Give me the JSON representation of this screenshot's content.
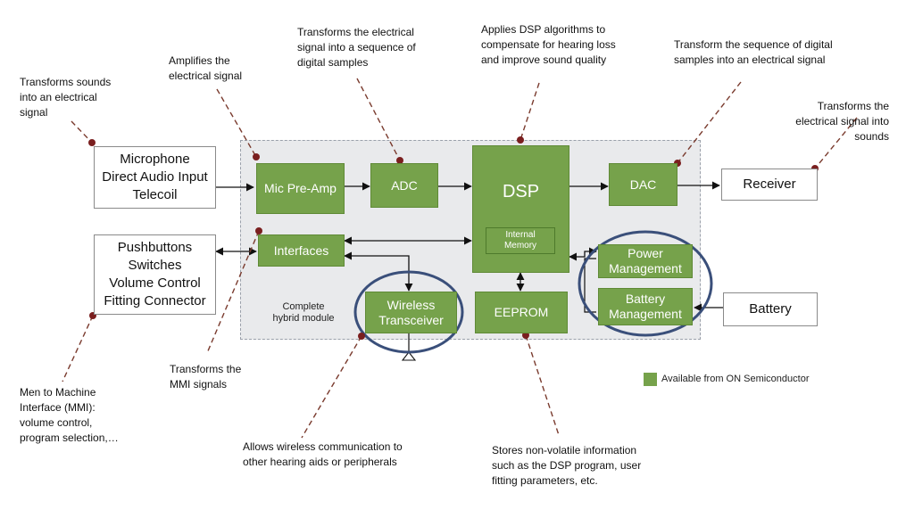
{
  "colors": {
    "block_green": "#76a24b",
    "module_bg": "#e9eaec",
    "ellipse": "#3a4f7a",
    "leader": "#7a3b2e",
    "dot": "#7a1f1f"
  },
  "blocks": {
    "mic_pre_amp": "Mic Pre-Amp",
    "adc": "ADC",
    "dsp": "DSP",
    "internal_memory": [
      "Internal",
      "Memory"
    ],
    "dac": "DAC",
    "interfaces": "Interfaces",
    "wireless_transceiver": [
      "Wireless",
      "Transceiver"
    ],
    "eeprom": "EEPROM",
    "power_management": [
      "Power",
      "Management"
    ],
    "battery_management": [
      "Battery",
      "Management"
    ]
  },
  "external": {
    "microphone": [
      "Microphone",
      "Direct Audio Input",
      "Telecoil"
    ],
    "pushbuttons": [
      "Pushbuttons",
      "Switches",
      "Volume Control",
      "Fitting Connector"
    ],
    "receiver": "Receiver",
    "battery": "Battery"
  },
  "module_label": [
    "Complete",
    "hybrid module"
  ],
  "legend": {
    "label": "Available from ON Semiconductor"
  },
  "annotations": {
    "microphone": [
      "Transforms sounds",
      "into an electrical",
      "signal"
    ],
    "mic_pre_amp": [
      "Amplifies the",
      "electrical signal"
    ],
    "adc": [
      "Transforms the electrical",
      "signal into a sequence of",
      "digital samples"
    ],
    "dsp": [
      "Applies DSP algorithms to",
      "compensate for hearing loss",
      "and improve sound quality"
    ],
    "dac": [
      "Transform the sequence of digital",
      "samples into an electrical signal"
    ],
    "receiver": [
      "Transforms the",
      "electrical signal into",
      "sounds"
    ],
    "interfaces": [
      "Transforms the",
      "MMI signals"
    ],
    "pushbuttons": [
      "Men to Machine",
      "Interface (MMI):",
      "volume control,",
      "program selection,…"
    ],
    "wireless": [
      "Allows wireless communication to",
      "other hearing aids or peripherals"
    ],
    "eeprom": [
      "Stores non-volatile information",
      "such as the DSP program, user",
      "fitting parameters, etc."
    ]
  }
}
